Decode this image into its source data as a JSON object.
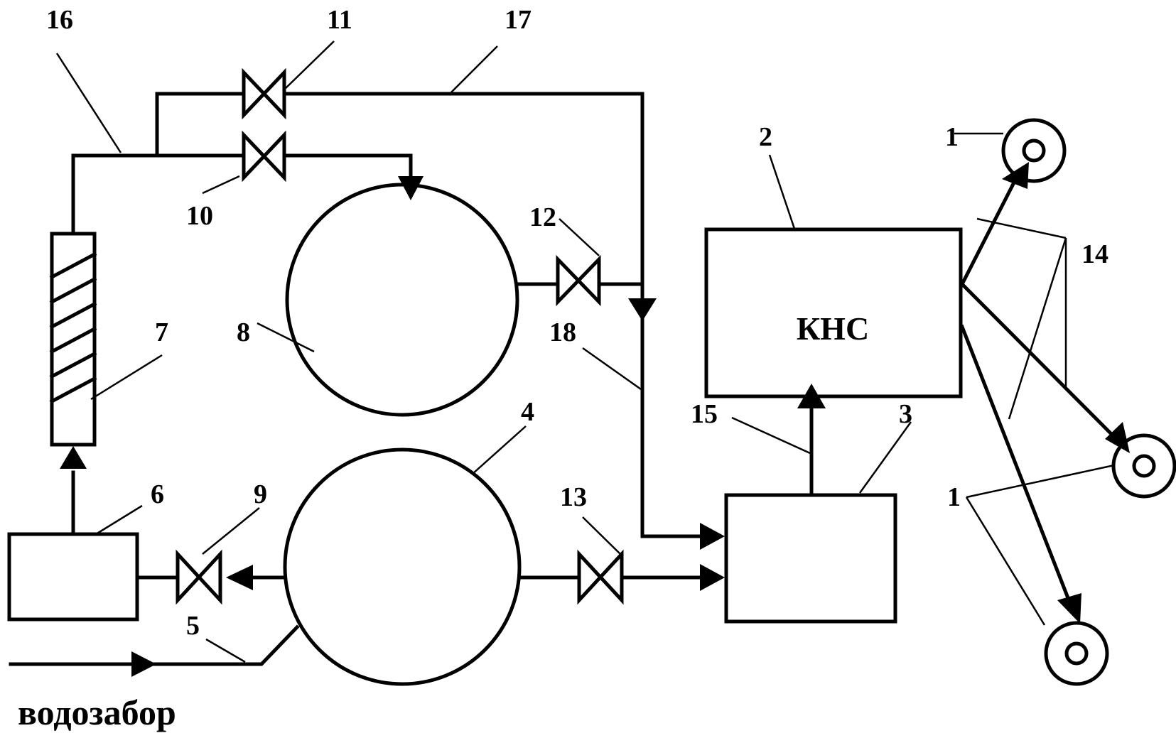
{
  "labels": {
    "n1": "1",
    "n2": "2",
    "n3": "3",
    "n4": "4",
    "n5": "5",
    "n6": "6",
    "n7": "7",
    "n8": "8",
    "n9": "9",
    "n10": "10",
    "n11": "11",
    "n12": "12",
    "n13": "13",
    "n14": "14",
    "n15": "15",
    "n16": "16",
    "n17": "17",
    "n18": "18"
  },
  "kns_label": "КНС",
  "intake_caption": "водозабор"
}
